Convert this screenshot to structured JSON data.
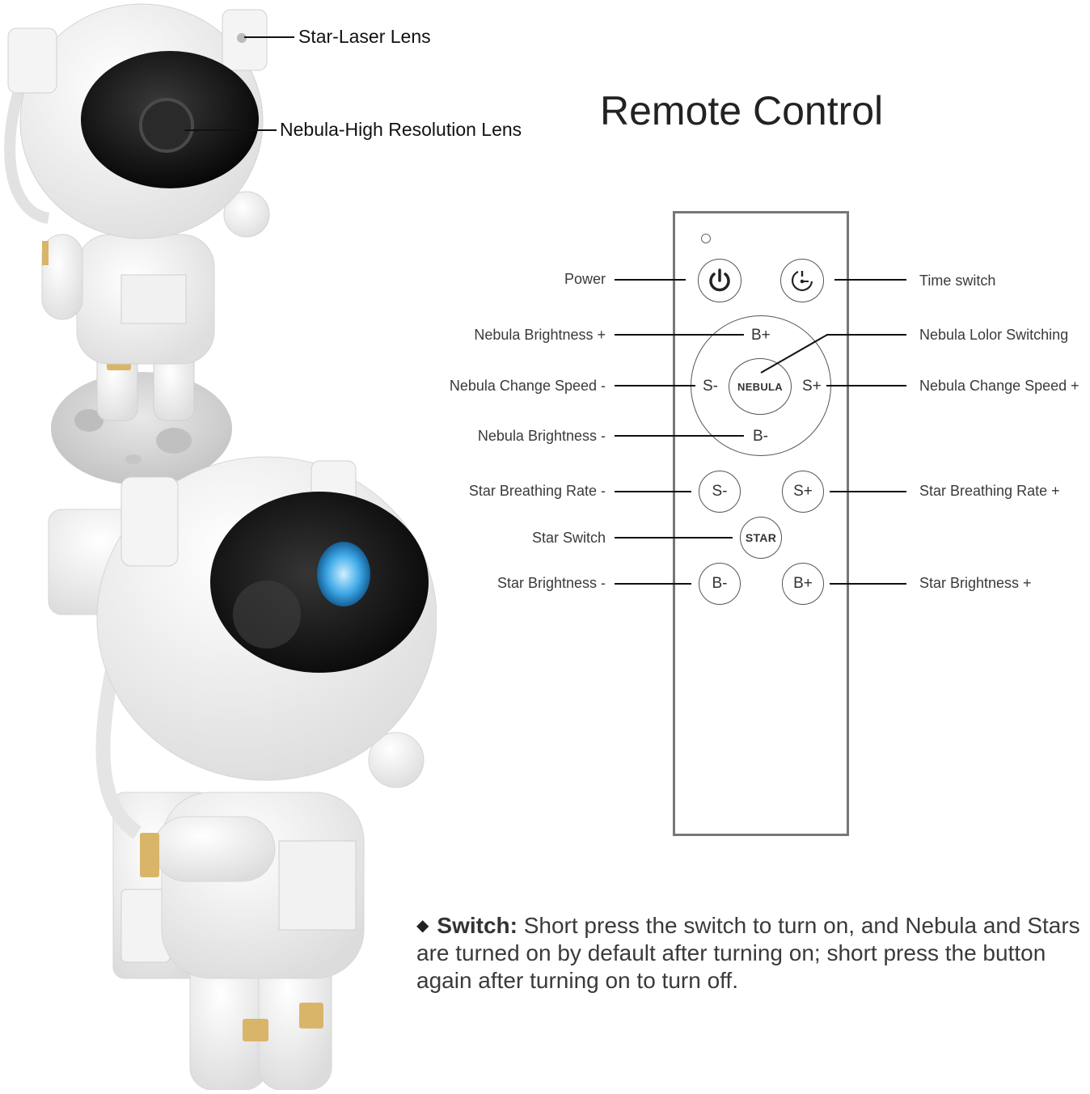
{
  "product_callouts": {
    "star_laser_lens": "Star-Laser Lens",
    "nebula_lens": "Nebula-High Resolution Lens"
  },
  "remote": {
    "title": "Remote Control",
    "buttons": {
      "power_icon": "power-icon",
      "timer_icon": "timer-icon",
      "nebula_b_plus": "B+",
      "nebula_b_minus": "B-",
      "nebula_s_minus": "S-",
      "nebula_s_plus": "S+",
      "nebula_center": "NEBULA",
      "star_s_minus": "S-",
      "star_s_plus": "S+",
      "star_center": "STAR",
      "star_b_minus": "B-",
      "star_b_plus": "B+"
    },
    "left_labels": [
      "Power",
      "Nebula Brightness +",
      "Nebula Change Speed -",
      "Nebula Brightness -",
      "Star Breathing Rate -",
      "Star Switch",
      "Star Brightness -"
    ],
    "right_labels": [
      "Time switch",
      "Nebula Lolor Switching",
      "Nebula Change Speed +",
      "Star Breathing Rate +",
      "Star Brightness +"
    ]
  },
  "note": {
    "bullet": "◆",
    "heading": "Switch:",
    "text": " Short press the switch to turn on, and Nebula and Stars are turned on by default after turning on; short press the button again after turning on to turn off."
  },
  "colors": {
    "gold_accent": "#d9b56a",
    "visor": "#1a1a1a",
    "nebula_glow": "#3fa9e8"
  }
}
